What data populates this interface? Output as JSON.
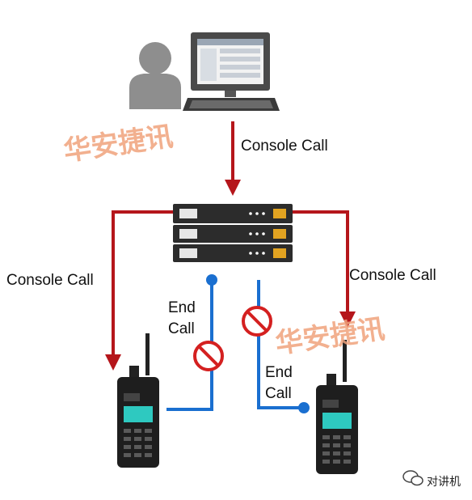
{
  "diagram": {
    "labels": {
      "console_call_top": "Console Call",
      "console_call_left": "Console Call",
      "console_call_right": "Console Call",
      "end_call_left": "End\nCall",
      "end_call_right": "End\nCall"
    },
    "watermark": "华安捷讯",
    "footer_text": "对讲机",
    "colors": {
      "arrow_red": "#b5161b",
      "line_blue": "#1a6fd0",
      "prohibit_red": "#d42020"
    }
  }
}
